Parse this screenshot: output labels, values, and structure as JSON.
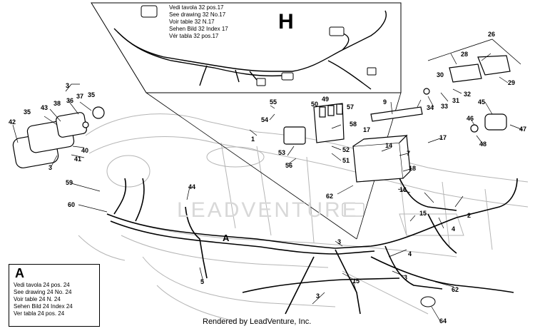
{
  "inset_h": {
    "letter": "H",
    "lines": [
      "Vedi tavola 32 pos.17",
      "See drawing 32 No.17",
      "Voir table 32 N.17",
      "Sehen Bild 32 Index 17",
      "Vér tabla 32 pos.17"
    ]
  },
  "inset_a": {
    "letter": "A",
    "lines": [
      "Vedi tavola 24 pos. 24",
      "See drawing 24 No. 24",
      "Voir table 24 N. 24",
      "Sehen Bild 24 Index 24",
      "Ver tabla 24 pos. 24"
    ]
  },
  "marker_a": "A",
  "watermark": "LEADVENTURE",
  "credit": "Rendered by LeadVenture, Inc.",
  "callouts": {
    "c1": "1",
    "c2": "2",
    "c3a": "3",
    "c3b": "3",
    "c3c": "3",
    "c3d": "3",
    "c3e": "3",
    "c4a": "4",
    "c4b": "4",
    "c5": "5",
    "c7": "7",
    "c9": "9",
    "c14": "14",
    "c15a": "15",
    "c15b": "15",
    "c16": "16",
    "c17a": "17",
    "c17b": "17",
    "c18": "18",
    "c26": "26",
    "c28": "28",
    "c29": "29",
    "c30": "30",
    "c31": "31",
    "c32": "32",
    "c33": "33",
    "c34": "34",
    "c35a": "35",
    "c35b": "35",
    "c36": "36",
    "c37": "37",
    "c38": "38",
    "c40": "40",
    "c41": "41",
    "c42": "42",
    "c43": "43",
    "c44": "44",
    "c45": "45",
    "c46": "46",
    "c47": "47",
    "c48": "48",
    "c49": "49",
    "c50": "50",
    "c51": "51",
    "c52": "52",
    "c53": "53",
    "c54": "54",
    "c55": "55",
    "c56": "56",
    "c57": "57",
    "c58": "58",
    "c59": "59",
    "c60": "60",
    "c62a": "62",
    "c62b": "62",
    "c64": "64"
  }
}
